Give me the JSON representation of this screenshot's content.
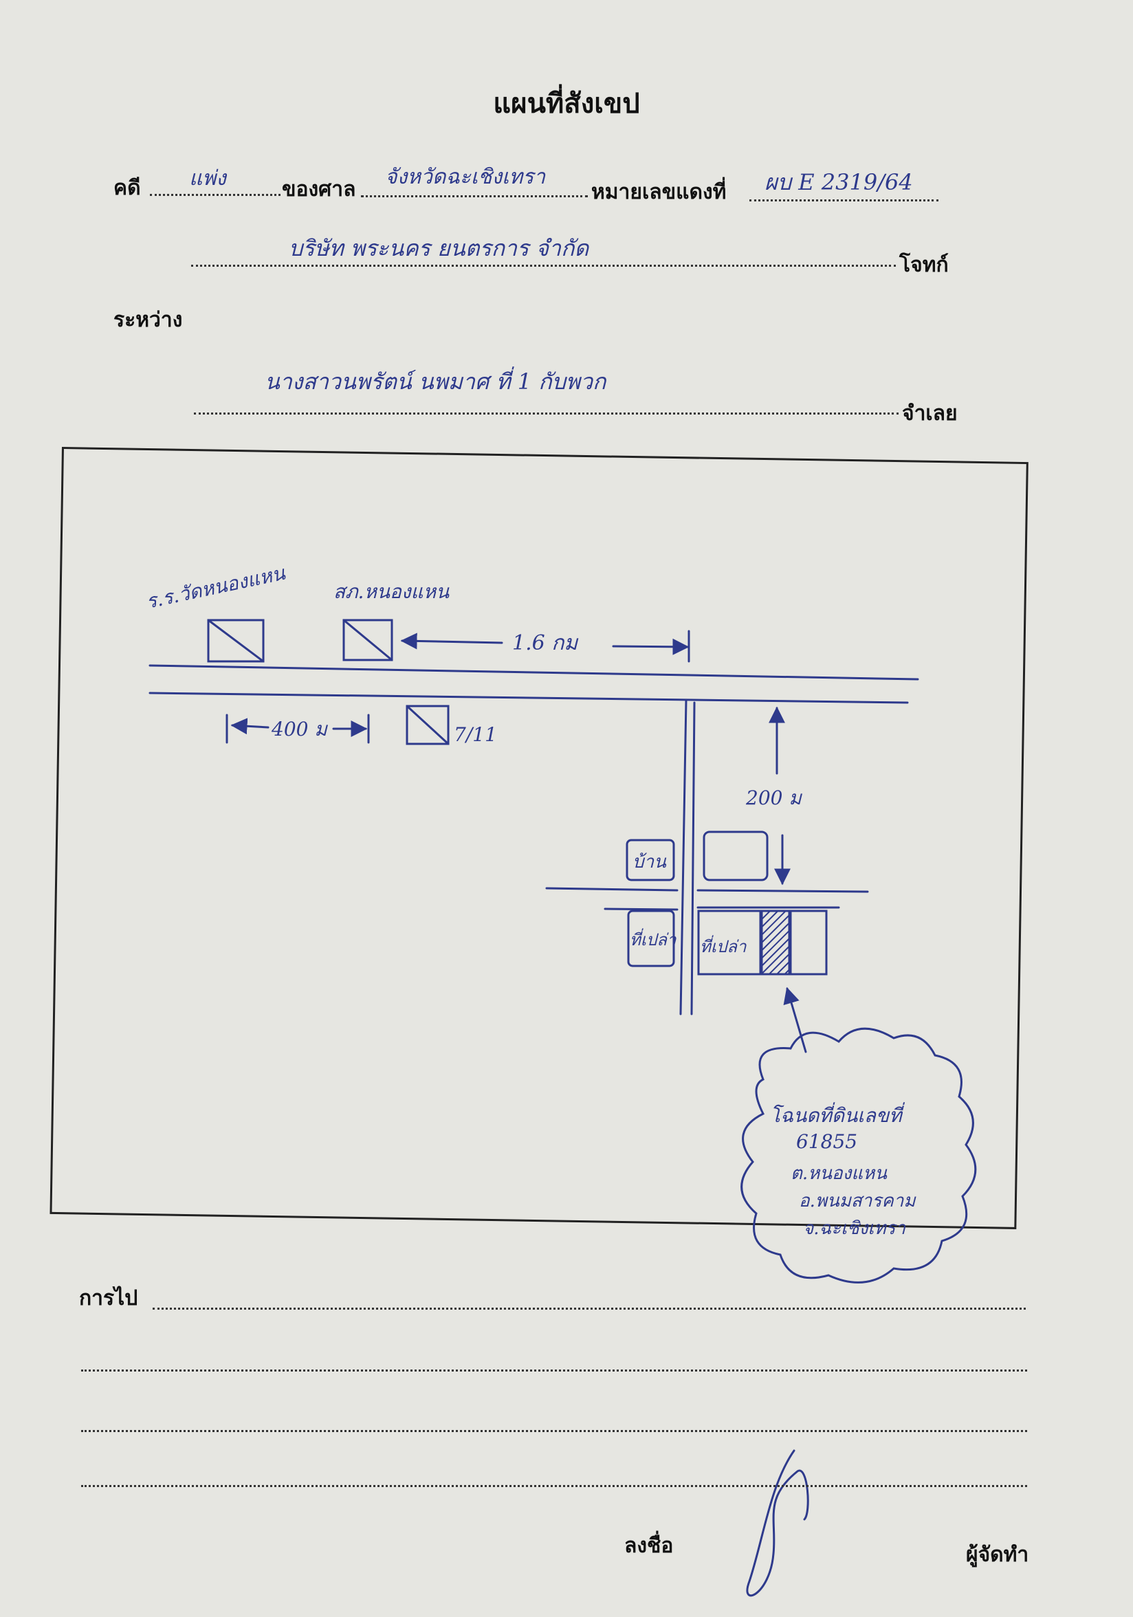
{
  "form": {
    "title": "แผนที่สังเขป",
    "case_prefix": "คดี",
    "case_type": "แพ่ง",
    "court_label": "ของศาล",
    "court_name": "จังหวัดฉะเชิงเทรา",
    "case_no_label": "หมายเลขแดงที่",
    "case_no": "ผบ E 2319/64",
    "plaintiff": "บริษัท พระนคร ยนตรการ จำกัด",
    "plaintiff_label": "โจทก์",
    "between_label": "ระหว่าง",
    "defendant": "นางสาวนพรัตน์ นพมาศ ที่ 1 กับพวก",
    "defendant_label": "จำเลย"
  },
  "map": {
    "school_label": "ร.ร.วัดหนองแหน",
    "police_label": "สภ.หนองแหน",
    "distance_top": "1.6 กม",
    "distance_left": "400 ม",
    "marker_label": "7/11",
    "distance_vertical": "200 ม",
    "house_label": "บ้าน",
    "vacant_left": "ที่เปล่า",
    "vacant_right": "ที่เปล่า",
    "note_lines": [
      "โฉนดที่ดินเลขที่",
      "61855",
      "ต.หนองแหน",
      "อ.พนมสารคาม",
      "จ.ฉะเชิงเทรา"
    ]
  },
  "footer": {
    "route_label": "การไป",
    "sign_label": "ลงชื่อ",
    "maker_label": "ผู้จัดทำ"
  }
}
